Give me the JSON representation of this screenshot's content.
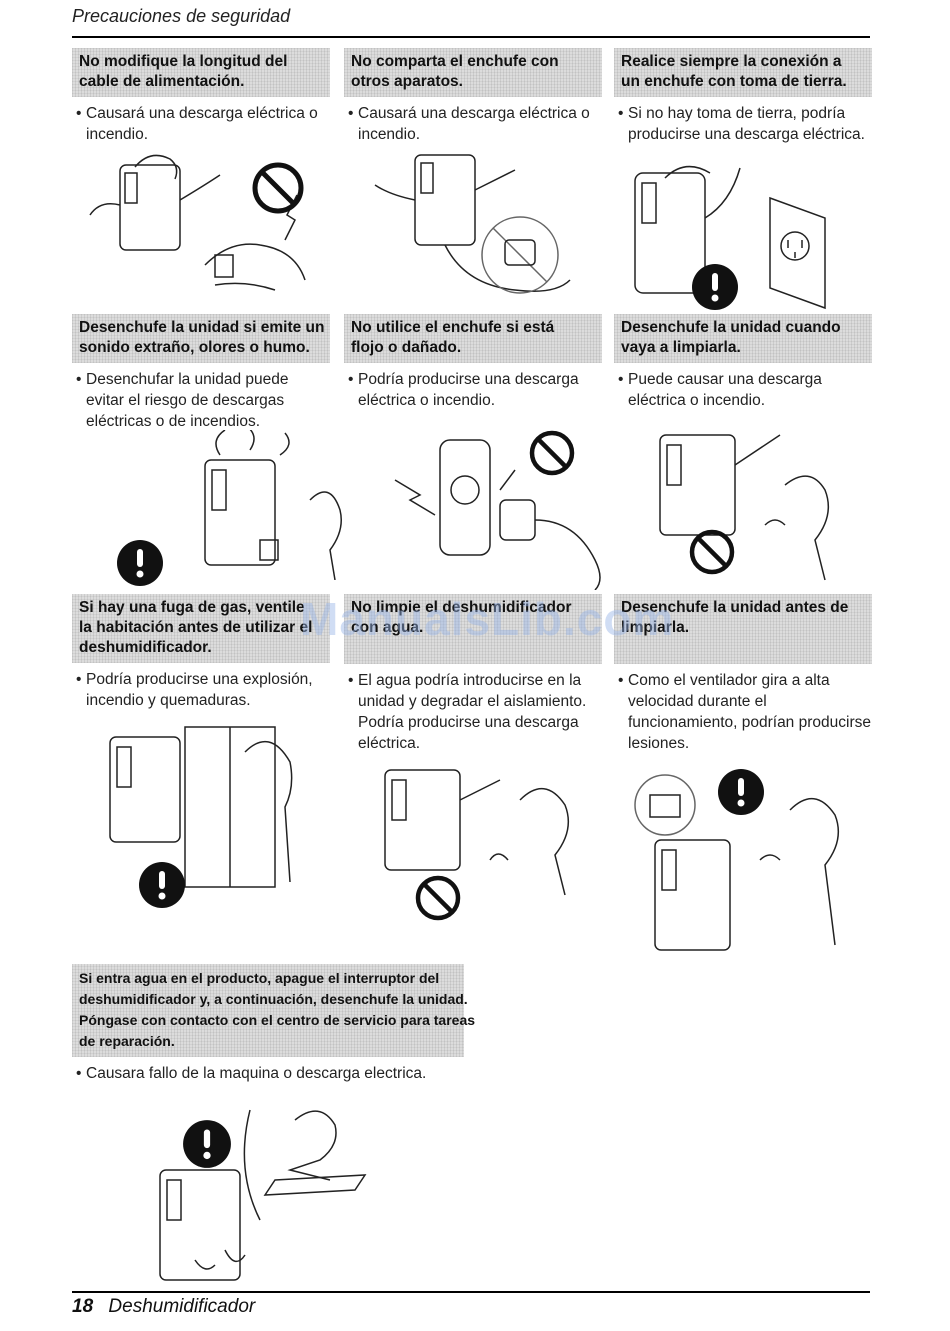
{
  "header": {
    "title": "Precauciones de seguridad"
  },
  "footer": {
    "page_number": "18",
    "title": "Deshumidificador"
  },
  "watermark": "ManualsLib.com",
  "sections": [
    {
      "title_lines": [
        "No modifique la longitud del",
        "cable de alimentación."
      ],
      "description": "Causará una descarga eléctrica o incendio."
    },
    {
      "title_lines": [
        "No comparta el enchufe con",
        "otros aparatos."
      ],
      "description": "Causará una descarga eléctrica o incendio."
    },
    {
      "title_lines": [
        "Realice siempre la conexión a",
        "un enchufe con toma de tierra."
      ],
      "description": "Si no hay toma de tierra, podría producirse una descarga eléctrica."
    },
    {
      "title_lines": [
        "Desenchufe la unidad si emite un",
        "sonido extraño, olores o humo."
      ],
      "description": "Desenchufar la unidad puede evitar el riesgo de descargas eléctricas o de incendios."
    },
    {
      "title_lines": [
        "No utilice el enchufe si está",
        "flojo o dañado."
      ],
      "description": "Podría producirse una descarga eléctrica o incendio."
    },
    {
      "title_lines": [
        "Desenchufe la unidad cuando",
        "vaya a limpiarla."
      ],
      "description": "Puede causar una descarga eléctrica o incendio."
    },
    {
      "title_lines": [
        "Si hay una fuga de gas, ventile",
        "la habitación antes de utilizar el",
        "deshumidificador."
      ],
      "description": "Podría producirse una explosión, incendio y quemaduras."
    },
    {
      "title_lines": [
        "No limpie el deshumidificador",
        "con agua."
      ],
      "description": "El agua podría introducirse en la unidad y degradar el aislamiento. Podría producirse una descarga eléctrica."
    },
    {
      "title_lines": [
        "Desenchufe la unidad antes de",
        "limpiarla."
      ],
      "description": "Como el ventilador gira a alta velocidad durante el funcionamiento, podrían producirse lesiones."
    },
    {
      "title_lines": [
        "Si entra agua en el producto, apague el interruptor del",
        "deshumidificador y, a continuación, desenchufe la unidad.",
        "Póngase con contacto con el centro de servicio para tareas",
        "de reparación."
      ],
      "description": "Causara fallo de la maquina o descarga electrica."
    }
  ]
}
